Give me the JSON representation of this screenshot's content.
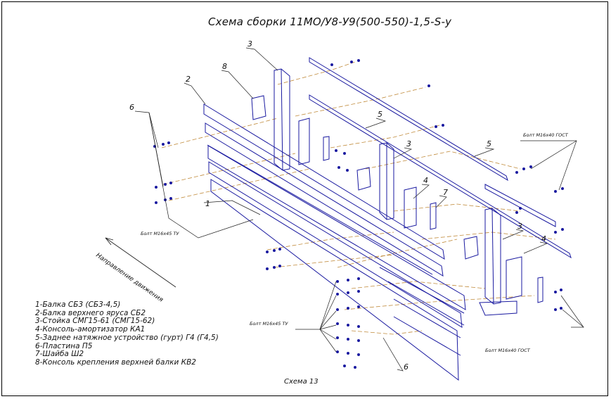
{
  "title": "Схема сборки 11МО/У8-У9(500-550)-1,5-S-у",
  "caption": "Схема 13",
  "direction_label": "Направление движения",
  "bolt_labels": {
    "left": "Болт М16х45 ТУ",
    "bottom_left": "Болт М16х45 ТУ",
    "right_top": "Болт М16х40 ГОСТ",
    "right_bottom": "Болт М16х40 ГОСТ"
  },
  "callouts": {
    "n1": "1",
    "n2": "2",
    "n3a": "3",
    "n3b": "3",
    "n3c": "3",
    "n4a": "4",
    "n4b": "4",
    "n5a": "5",
    "n5b": "5",
    "n6a": "6",
    "n6b": "6",
    "n7": "7",
    "n8": "8"
  },
  "legend": [
    "1-Балка СБ3 (СБ3-4,5)",
    "2-Балка верхнего яруса СБ2",
    "3-Стойка СМГ15-61 (СМГ15-62)",
    "4-Консоль-амортизатор КА1",
    "5-Заднее натяжное устройство (гурт) Г4 (Г4,5)",
    "6-Пластина П5",
    "7-Шайба Ш2",
    "8-Консоль крепления верхней балки КВ2"
  ],
  "colors": {
    "drawing": "#1a1aa0",
    "hidden_lines": "#c08a3a",
    "leader": "#222222"
  }
}
